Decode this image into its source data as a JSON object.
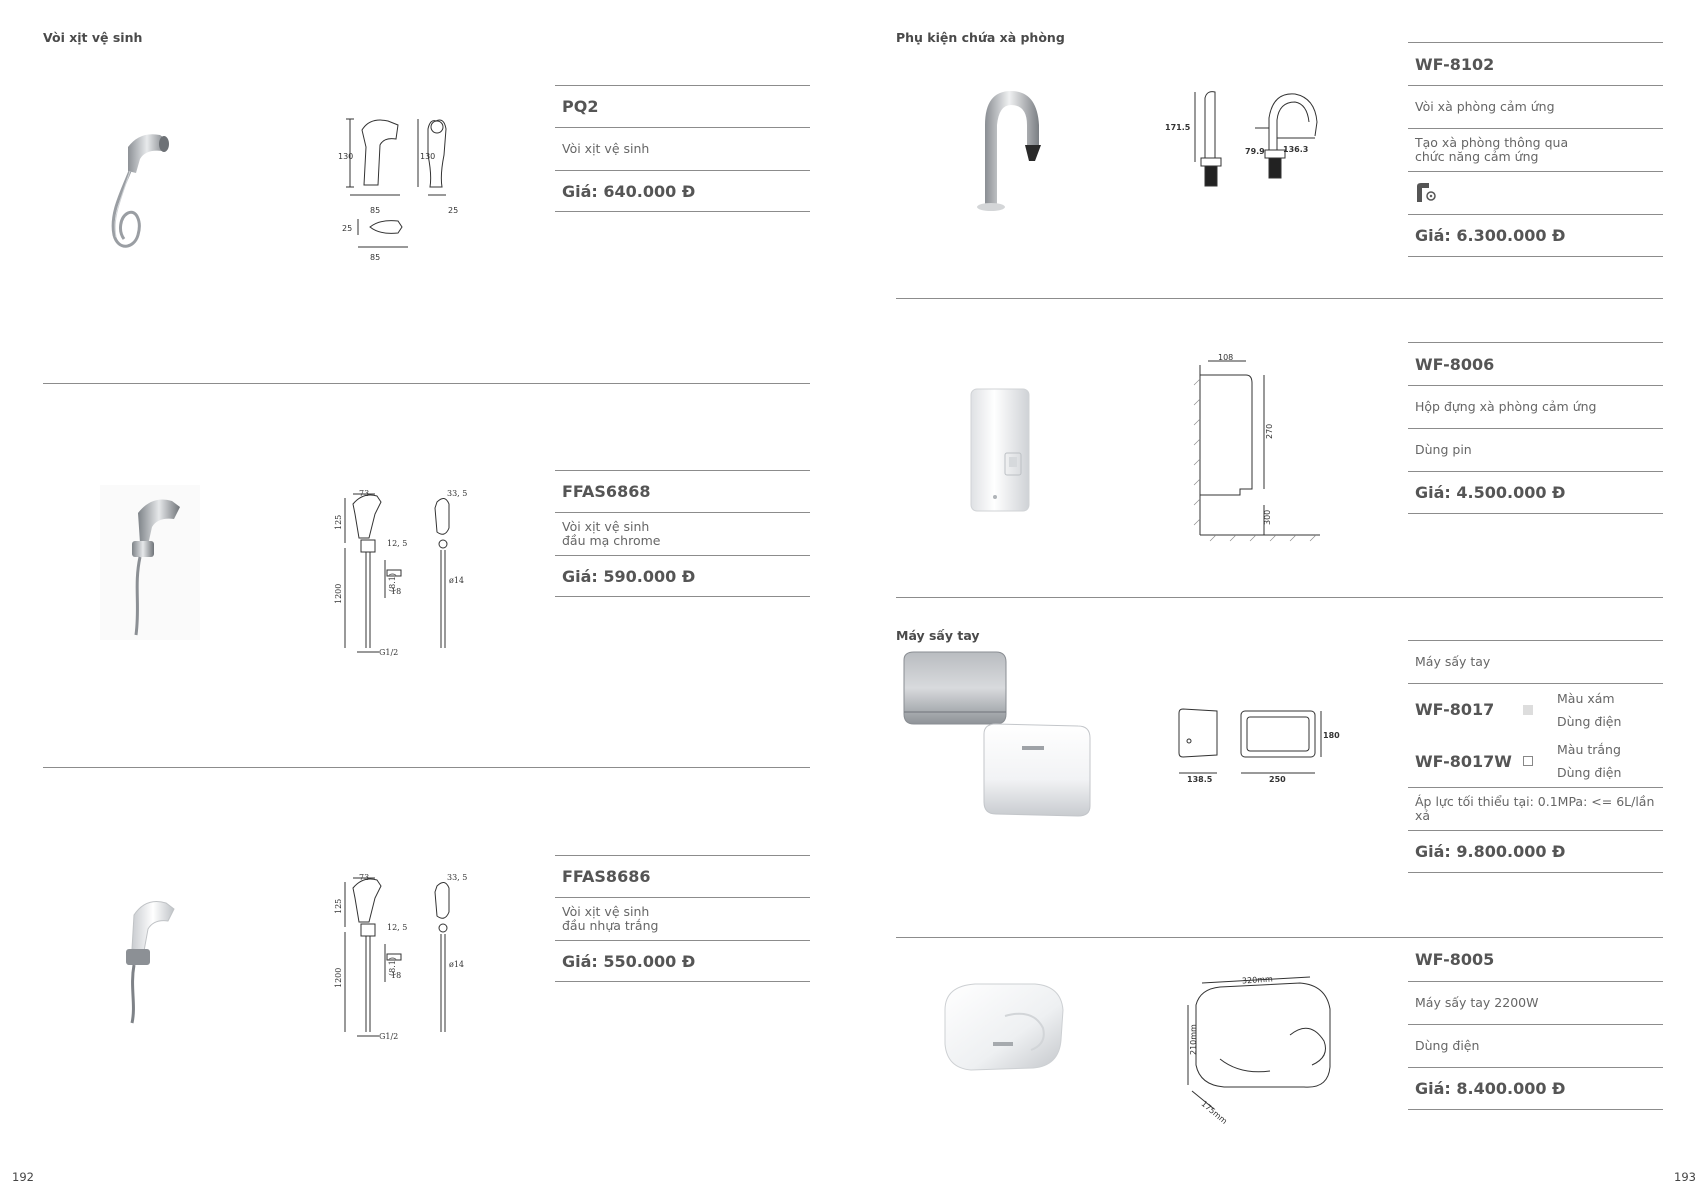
{
  "left": {
    "section_title": "Vòi xịt vệ sinh",
    "products": [
      {
        "code": "PQ2",
        "desc_lines": [
          "Vòi xịt vệ sinh"
        ],
        "price": "Giá: 640.000 Đ",
        "dims": [
          "130",
          "85",
          "130",
          "25",
          "25",
          "85"
        ]
      },
      {
        "code": "FFAS6868",
        "desc_lines": [
          "Vòi xịt vệ sinh",
          "đầu mạ chrome"
        ],
        "price": "Giá: 590.000 Đ",
        "dims": [
          "73",
          "125",
          "33, 5",
          "12, 5",
          "1200",
          "18",
          "(8.1)",
          "ø14",
          "G1/2"
        ]
      },
      {
        "code": "FFAS8686",
        "desc_lines": [
          "Vòi xịt vệ sinh",
          "đầu nhựa trắng"
        ],
        "price": "Giá: 550.000 Đ",
        "dims": [
          "73",
          "125",
          "33, 5",
          "12, 5",
          "1200",
          "18",
          "(8.1)",
          "ø14",
          "G1/2"
        ]
      }
    ],
    "page_number": "192"
  },
  "right": {
    "soap_section_title": "Phụ kiện chứa xà phòng",
    "wf8102": {
      "code": "WF-8102",
      "desc": "Vòi xà phòng cảm ứng",
      "feature_lines": [
        "Tạo xà phòng thông qua",
        "chức năng cảm ứng"
      ],
      "price": "Giá: 6.300.000 Đ",
      "dims": [
        "171.5",
        "79.9",
        "136.3"
      ]
    },
    "wf8006": {
      "code": "WF-8006",
      "desc": "Hộp đựng xà phòng cảm ứng",
      "power": "Dùng pin",
      "price": "Giá: 4.500.000 Đ",
      "dims": [
        "108",
        "270",
        "300"
      ]
    },
    "dryer_section_title": "Máy sấy tay",
    "wf8017": {
      "heading": "Máy sấy tay",
      "variants": [
        {
          "code": "WF-8017",
          "color": "Màu xám",
          "power": "Dùng điện",
          "swatch": "#dddddd"
        },
        {
          "code": "WF-8017W",
          "color": "Màu trắng",
          "power": "Dùng điện",
          "swatch": "#ffffff"
        }
      ],
      "pressure": "Áp lực tối thiểu tại: 0.1MPa: <= 6L/lần xả",
      "price": "Giá: 9.800.000 Đ",
      "dims": [
        "180",
        "138.5",
        "250"
      ]
    },
    "wf8005": {
      "code": "WF-8005",
      "desc": "Máy sấy tay 2200W",
      "power": "Dùng điện",
      "price": "Giá: 8.400.000 Đ",
      "dims": [
        "320mm",
        "210mm",
        "175mm"
      ]
    },
    "page_number": "193"
  },
  "colors": {
    "rule": "#8c8c8c",
    "text": "#555555",
    "chrome": "#b8bcc0",
    "white_body": "#f2f3f5"
  }
}
